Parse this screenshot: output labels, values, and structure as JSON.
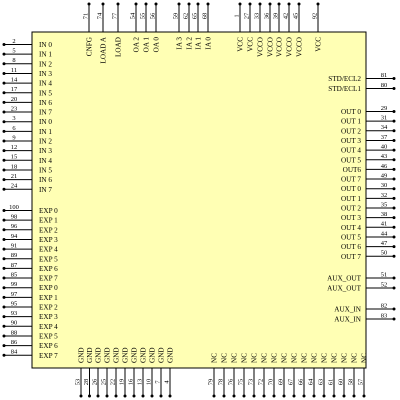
{
  "colors": {
    "body_fill": "#FFFFB4",
    "body_stroke": "#000000",
    "pin": "#000000",
    "text": "#000000"
  },
  "left_pins": [
    {
      "num": "2",
      "label": "IN 0"
    },
    {
      "num": "5",
      "label": "IN 1"
    },
    {
      "num": "8",
      "label": "IN 2"
    },
    {
      "num": "11",
      "label": "IN 3"
    },
    {
      "num": "14",
      "label": "IN 4"
    },
    {
      "num": "17",
      "label": "IN 5"
    },
    {
      "num": "20",
      "label": "IN 6"
    },
    {
      "num": "23",
      "label": "IN 7"
    },
    {
      "num": "3",
      "label": "IN 0"
    },
    {
      "num": "6",
      "label": "IN 1"
    },
    {
      "num": "9",
      "label": "IN 2"
    },
    {
      "num": "12",
      "label": "IN 3"
    },
    {
      "num": "15",
      "label": "IN 4"
    },
    {
      "num": "18",
      "label": "IN 5"
    },
    {
      "num": "21",
      "label": "IN 6"
    },
    {
      "num": "24",
      "label": "IN 7"
    },
    {
      "num": "100",
      "label": "EXP 0"
    },
    {
      "num": "98",
      "label": "EXP 1"
    },
    {
      "num": "96",
      "label": "EXP 2"
    },
    {
      "num": "94",
      "label": "EXP 3"
    },
    {
      "num": "91",
      "label": "EXP 4"
    },
    {
      "num": "89",
      "label": "EXP 5"
    },
    {
      "num": "87",
      "label": "EXP 6"
    },
    {
      "num": "85",
      "label": "EXP 7"
    },
    {
      "num": "99",
      "label": "EXP 0"
    },
    {
      "num": "97",
      "label": "EXP 1"
    },
    {
      "num": "95",
      "label": "EXP 2"
    },
    {
      "num": "93",
      "label": "EXP 3"
    },
    {
      "num": "90",
      "label": "EXP 4"
    },
    {
      "num": "88",
      "label": "EXP 5"
    },
    {
      "num": "86",
      "label": "EXP 6"
    },
    {
      "num": "84",
      "label": "EXP 7"
    }
  ],
  "top_pins": [
    {
      "num": "71",
      "label": "CNFG"
    },
    {
      "num": "74",
      "label": "LOAD A"
    },
    {
      "num": "77",
      "label": "LOAD"
    },
    {
      "num": "54",
      "label": "OA 2"
    },
    {
      "num": "55",
      "label": "OA 1"
    },
    {
      "num": "56",
      "label": "OA 0"
    },
    {
      "num": "59",
      "label": "IA 3"
    },
    {
      "num": "62",
      "label": "IA 2"
    },
    {
      "num": "65",
      "label": "IA 1"
    },
    {
      "num": "68",
      "label": "IA 0"
    },
    {
      "num": "1",
      "label": "VCC"
    },
    {
      "num": "27",
      "label": "VCC"
    },
    {
      "num": "33",
      "label": "VCCO"
    },
    {
      "num": "36",
      "label": "VCCO"
    },
    {
      "num": "39",
      "label": "VCCO"
    },
    {
      "num": "42",
      "label": "VCCO"
    },
    {
      "num": "45",
      "label": "VCCO"
    },
    {
      "num": "92",
      "label": "VCC"
    }
  ],
  "right_pins": [
    {
      "num": "81",
      "label": "STD/ECL2"
    },
    {
      "num": "80",
      "label": "STD/ECL1"
    },
    {
      "num": "29",
      "label": "OUT 0"
    },
    {
      "num": "31",
      "label": "OUT 1"
    },
    {
      "num": "34",
      "label": "OUT 2"
    },
    {
      "num": "37",
      "label": "OUT 3"
    },
    {
      "num": "40",
      "label": "OUT 4"
    },
    {
      "num": "43",
      "label": "OUT 5"
    },
    {
      "num": "46",
      "label": "OUT6"
    },
    {
      "num": "49",
      "label": "OUT 7"
    },
    {
      "num": "30",
      "label": "OUT 0"
    },
    {
      "num": "32",
      "label": "OUT 1"
    },
    {
      "num": "35",
      "label": "OUT 2"
    },
    {
      "num": "38",
      "label": "OUT 3"
    },
    {
      "num": "41",
      "label": "OUT 4"
    },
    {
      "num": "44",
      "label": "OUT 5"
    },
    {
      "num": "47",
      "label": "OUT 6"
    },
    {
      "num": "50",
      "label": "OUT 7"
    },
    {
      "num": "51",
      "label": "AUX_OUT"
    },
    {
      "num": "52",
      "label": "AUX_OUT"
    },
    {
      "num": "82",
      "label": "AUX_IN"
    },
    {
      "num": "83",
      "label": "AUX_IN"
    }
  ],
  "bottom_pins": [
    {
      "num": "53",
      "label": "GND"
    },
    {
      "num": "28",
      "label": "GND"
    },
    {
      "num": "26",
      "label": "GND"
    },
    {
      "num": "25",
      "label": "GND"
    },
    {
      "num": "22",
      "label": "GND"
    },
    {
      "num": "19",
      "label": "GND"
    },
    {
      "num": "16",
      "label": "GND"
    },
    {
      "num": "13",
      "label": "GND"
    },
    {
      "num": "10",
      "label": "GND"
    },
    {
      "num": "7",
      "label": "GND"
    },
    {
      "num": "4",
      "label": "GND"
    },
    {
      "num": "79",
      "label": "NC"
    },
    {
      "num": "78",
      "label": "NC"
    },
    {
      "num": "76",
      "label": "NC"
    },
    {
      "num": "75",
      "label": "NC"
    },
    {
      "num": "73",
      "label": "NC"
    },
    {
      "num": "72",
      "label": "NC"
    },
    {
      "num": "70",
      "label": "NC"
    },
    {
      "num": "69",
      "label": "NC"
    },
    {
      "num": "67",
      "label": "NC"
    },
    {
      "num": "66",
      "label": "NC"
    },
    {
      "num": "64",
      "label": "NC"
    },
    {
      "num": "63",
      "label": "NC"
    },
    {
      "num": "61",
      "label": "NC"
    },
    {
      "num": "60",
      "label": "NC"
    },
    {
      "num": "58",
      "label": "NC"
    },
    {
      "num": "57",
      "label": "NC"
    }
  ]
}
